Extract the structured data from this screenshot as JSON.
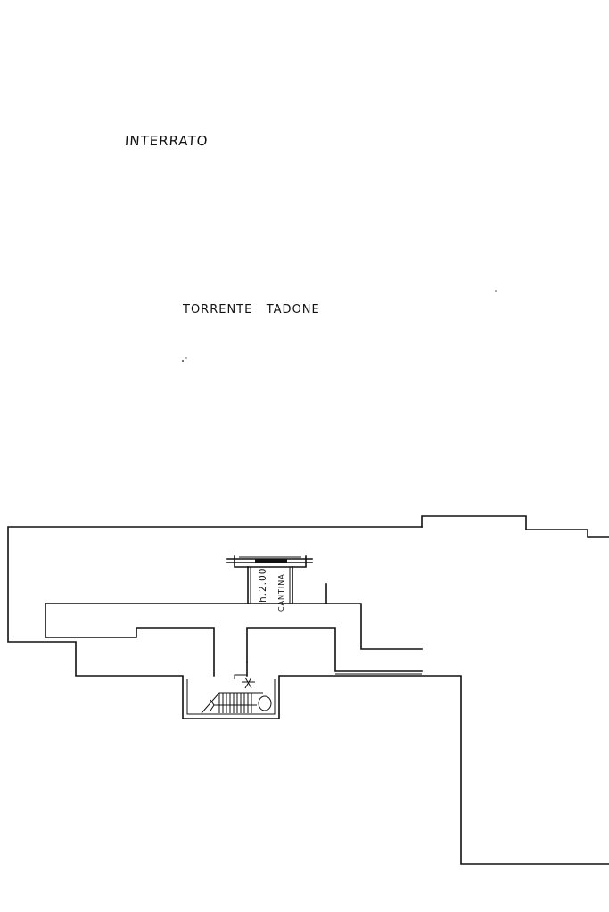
{
  "labels": {
    "floor_title": "INTERRATO",
    "stream_name": "TORRENTE   TADONE",
    "room_height": "h.2.00",
    "room_name": "CANTINA"
  },
  "colors": {
    "ink": "#111111",
    "paper": "#ffffff"
  }
}
